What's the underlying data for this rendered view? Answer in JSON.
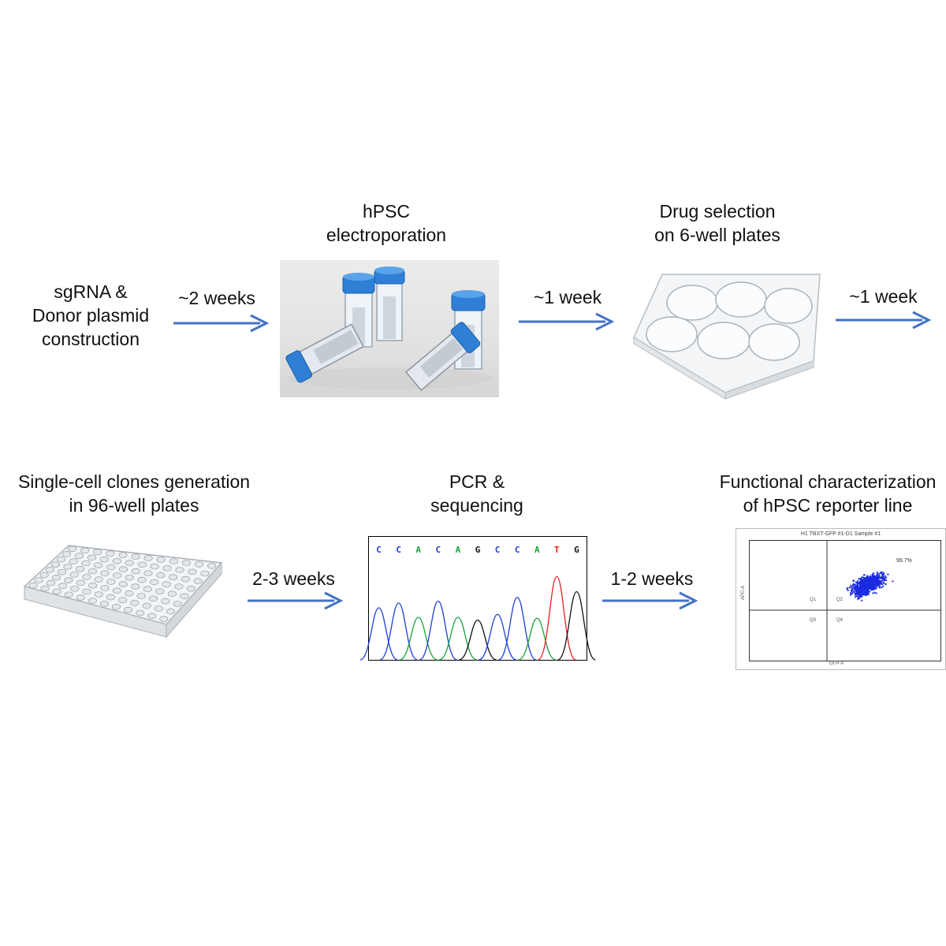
{
  "colors": {
    "arrow": "#4472c4",
    "cap_blue": "#2f7fd6",
    "trace_blue": "#1f3fd6",
    "trace_green": "#1aa33a",
    "trace_black": "#111111",
    "trace_red": "#e02020",
    "dots": "#1b2be0"
  },
  "steps": {
    "s1": {
      "line1": "sgRNA &",
      "line2": "Donor plasmid",
      "line3": "construction"
    },
    "s2": {
      "line1": "hPSC",
      "line2": "electroporation",
      "image": "electroporation-cuvettes"
    },
    "s3": {
      "line1": "Drug selection",
      "line2": "on 6-well plates",
      "image": "6-well-plate"
    },
    "s4": {
      "line1": "Single-cell clones generation",
      "line2": "in 96-well plates",
      "image": "96-well-plate"
    },
    "s5": {
      "line1": "PCR &",
      "line2": "sequencing",
      "image": "chromatogram"
    },
    "s6": {
      "line1": "Functional characterization",
      "line2": "of hPSC reporter line",
      "image": "flow-cytometry-plot"
    }
  },
  "arrows": {
    "a1": "~2 weeks",
    "a2": "~1 week",
    "a3": "~1 week",
    "a4": "2-3 weeks",
    "a5": "1-2 weeks"
  },
  "sequence": {
    "bases": [
      "C",
      "C",
      "A",
      "C",
      "A",
      "G",
      "C",
      "C",
      "A",
      "T",
      "G"
    ]
  },
  "flow": {
    "title": "H1 TBXT-GFP #1-D1 Sample #1",
    "percent": "99.7%",
    "q1": "Q1",
    "q2": "Q2",
    "q3": "Q3",
    "q4": "Q4",
    "xlabel": "GFP-A",
    "ylabel": "APC-A"
  }
}
